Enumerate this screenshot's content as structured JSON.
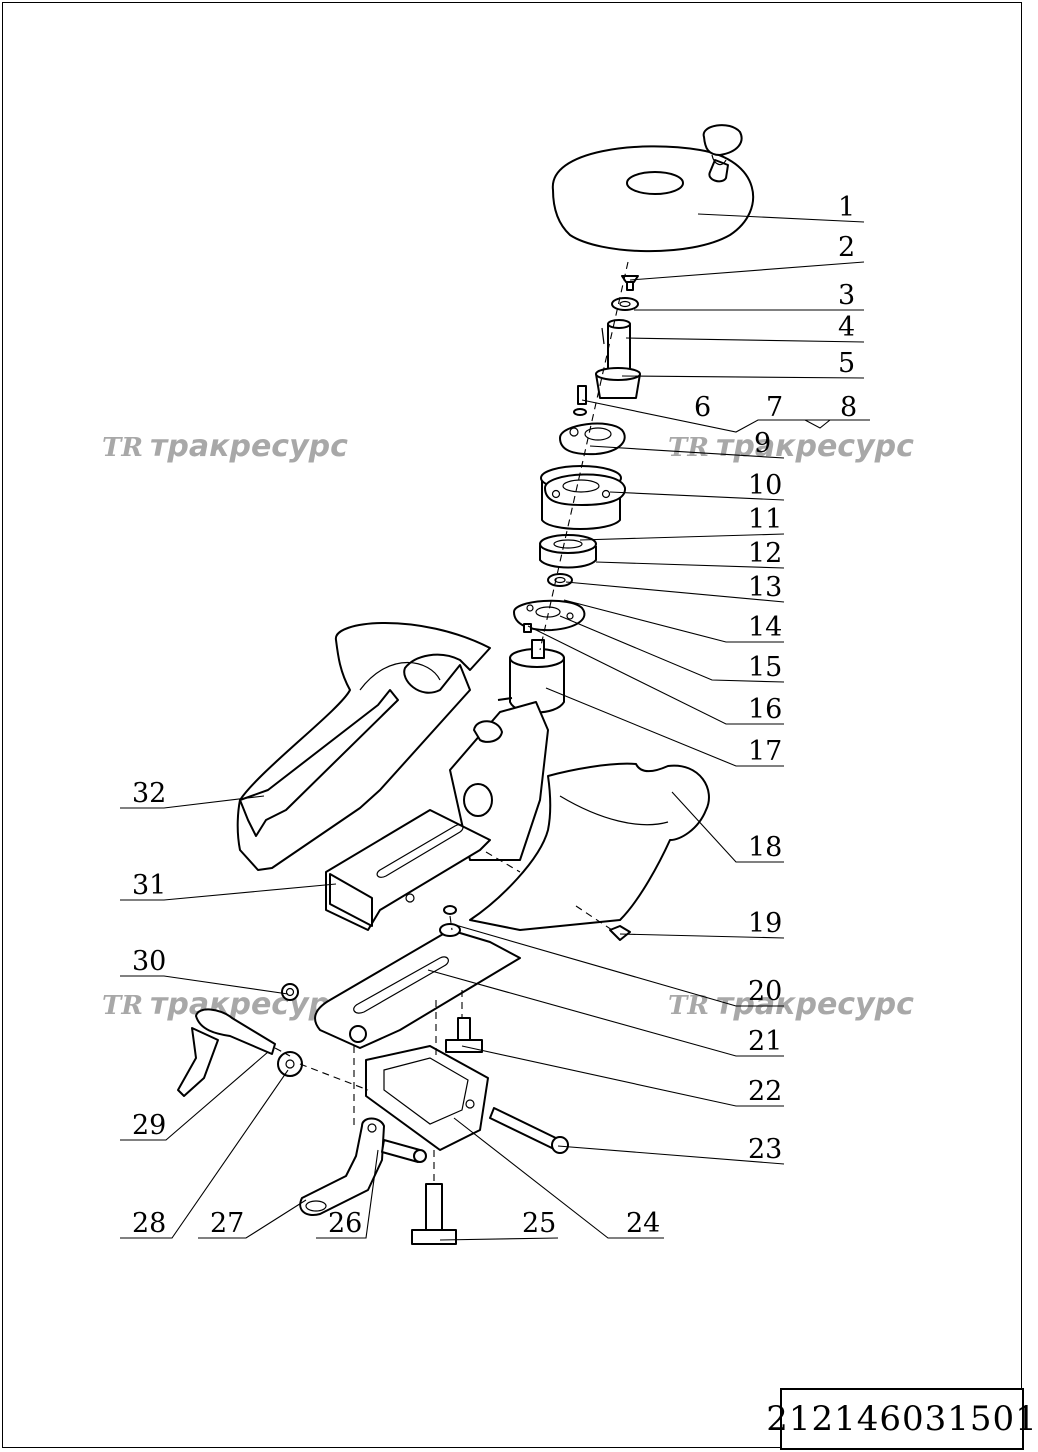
{
  "watermark": {
    "text": "тракресурс",
    "logo": "TR",
    "color": "#9a9a9a"
  },
  "document_number": "212146031501",
  "callouts": [
    "1",
    "2",
    "3",
    "4",
    "5",
    "6",
    "7",
    "8",
    "9",
    "10",
    "11",
    "12",
    "13",
    "14",
    "15",
    "16",
    "17",
    "18",
    "19",
    "20",
    "21",
    "22",
    "23",
    "24",
    "25",
    "26",
    "27",
    "28",
    "29",
    "30",
    "31",
    "32"
  ]
}
